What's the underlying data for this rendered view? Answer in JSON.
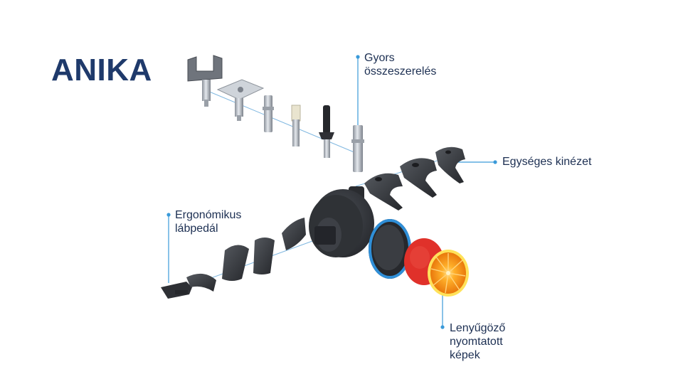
{
  "title": "ANIKA",
  "colors": {
    "title": "#1f3a6b",
    "label_text": "#1c2f52",
    "leader_line": "#3a9ad9",
    "part_dark": "#3a3d44",
    "part_metal": "#b8bec7",
    "ring_blue": "#2f8fd8",
    "red_disc": "#e0312a",
    "orange": "#f59a16"
  },
  "callouts": {
    "quick_assembly": [
      "Gyors",
      "összeszerelés"
    ],
    "uniform_look": [
      "Egységes kinézet"
    ],
    "ergonomic_pedal": [
      "Ergonómikus",
      "lábpedál"
    ],
    "printed_images": [
      "Lenyűgöző",
      "nyomtatott",
      "képek"
    ]
  },
  "icons": {
    "fittings": "stem-fitting-icon",
    "hoods": "wheel-hood-icon",
    "wheel": "twin-wheel-icon",
    "pedal": "foot-pedal-icon",
    "image_insert": "orange-slice-icon"
  }
}
